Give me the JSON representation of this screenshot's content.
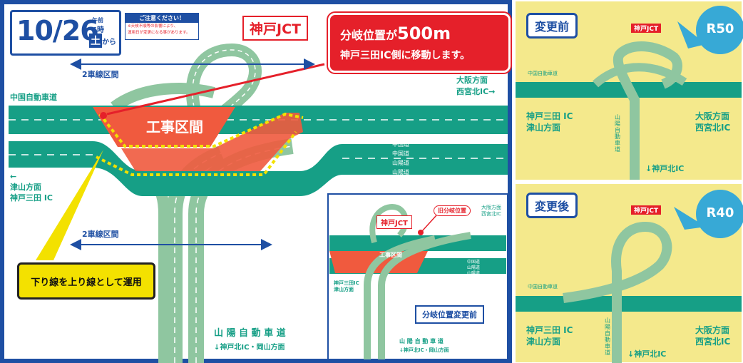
{
  "main_map": {
    "date": "10/26",
    "time_small": "午前",
    "time_hour": "6時",
    "weekday": "土",
    "from": "から",
    "notice_title": "ご注意ください！",
    "notice_line1": "※天候不順等の影響により、",
    "notice_line2": "運用日が変更になる事があります。",
    "jct_label": "神戸JCT",
    "callout_line1_a": "分岐位置が",
    "callout_line1_b": "500m",
    "callout_line2": "神戸三田IC側に移動します。",
    "two_lane_top": "2車線区間",
    "two_lane_bottom": "2車線区間",
    "chugoku_label": "中国自動車道",
    "osaka_line1": "大阪方面",
    "osaka_line2": "西宮北IC→",
    "construction": "工事区間",
    "tsuyama_arrow": "←",
    "tsuyama_line1": "津山方面",
    "tsuyama_line2": "神戸三田 IC",
    "lane_labels": [
      "中国道",
      "中国道",
      "山陽道",
      "山陽道"
    ],
    "yellow_callout": "下り線を上り線として運用",
    "sanyo_line1": "山 陽 自 動 車 道",
    "sanyo_line2": "↓神戸北IC・岡山方面"
  },
  "inset": {
    "jct_label": "神戸JCT",
    "old_branch": "旧分岐位置",
    "osaka_line1": "大阪方面",
    "osaka_line2": "西宮北IC",
    "construction": "工事区間",
    "lane_labels": [
      "中国道",
      "中国道",
      "山陽道",
      "山陽道"
    ],
    "tsuyama_line1": "神戸三田IC",
    "tsuyama_line2": "津山方面",
    "change_box": "分岐位置変更前",
    "sanyo_line1": "山 陽 自 動 車 道",
    "sanyo_line2": "↓神戸北IC・岡山方面"
  },
  "before_panel": {
    "badge": "変更前",
    "jct_label": "神戸JCT",
    "radius": "R50",
    "chugoku_small": "中国自動車道",
    "west_line1": "神戸三田 IC",
    "west_line2": "津山方面",
    "east_line1": "大阪方面",
    "east_line2": "西宮北IC",
    "sanyo_vertical": "山陽自動車道",
    "south": "↓神戸北IC"
  },
  "after_panel": {
    "badge": "変更後",
    "jct_label": "神戸JCT",
    "radius": "R40",
    "chugoku_small": "中国自動車道",
    "west_line1": "神戸三田 IC",
    "west_line2": "津山方面",
    "east_line1": "大阪方面",
    "east_line2": "西宮北IC",
    "sanyo_vertical": "山陽自動車道",
    "south": "↓神戸北IC"
  },
  "colors": {
    "frame_blue": "#1e4fa3",
    "road_teal": "#169f86",
    "ramp_green": "#8fc6a0",
    "construction_red": "#f05a3e",
    "callout_red": "#e5202a",
    "panel_yellow": "#f4e98c",
    "bubble_blue": "#37a9d6",
    "highlight_yellow": "#f3e100"
  }
}
